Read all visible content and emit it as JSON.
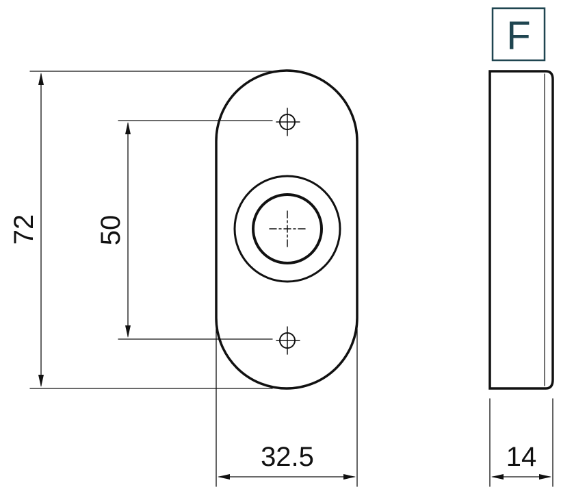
{
  "badge": {
    "letter": "F",
    "color": "#1f4550"
  },
  "dimensions": {
    "height": "72",
    "hole_spacing": "50",
    "width": "32.5",
    "thickness": "14"
  },
  "colors": {
    "line": "#111111",
    "background": "#ffffff"
  }
}
